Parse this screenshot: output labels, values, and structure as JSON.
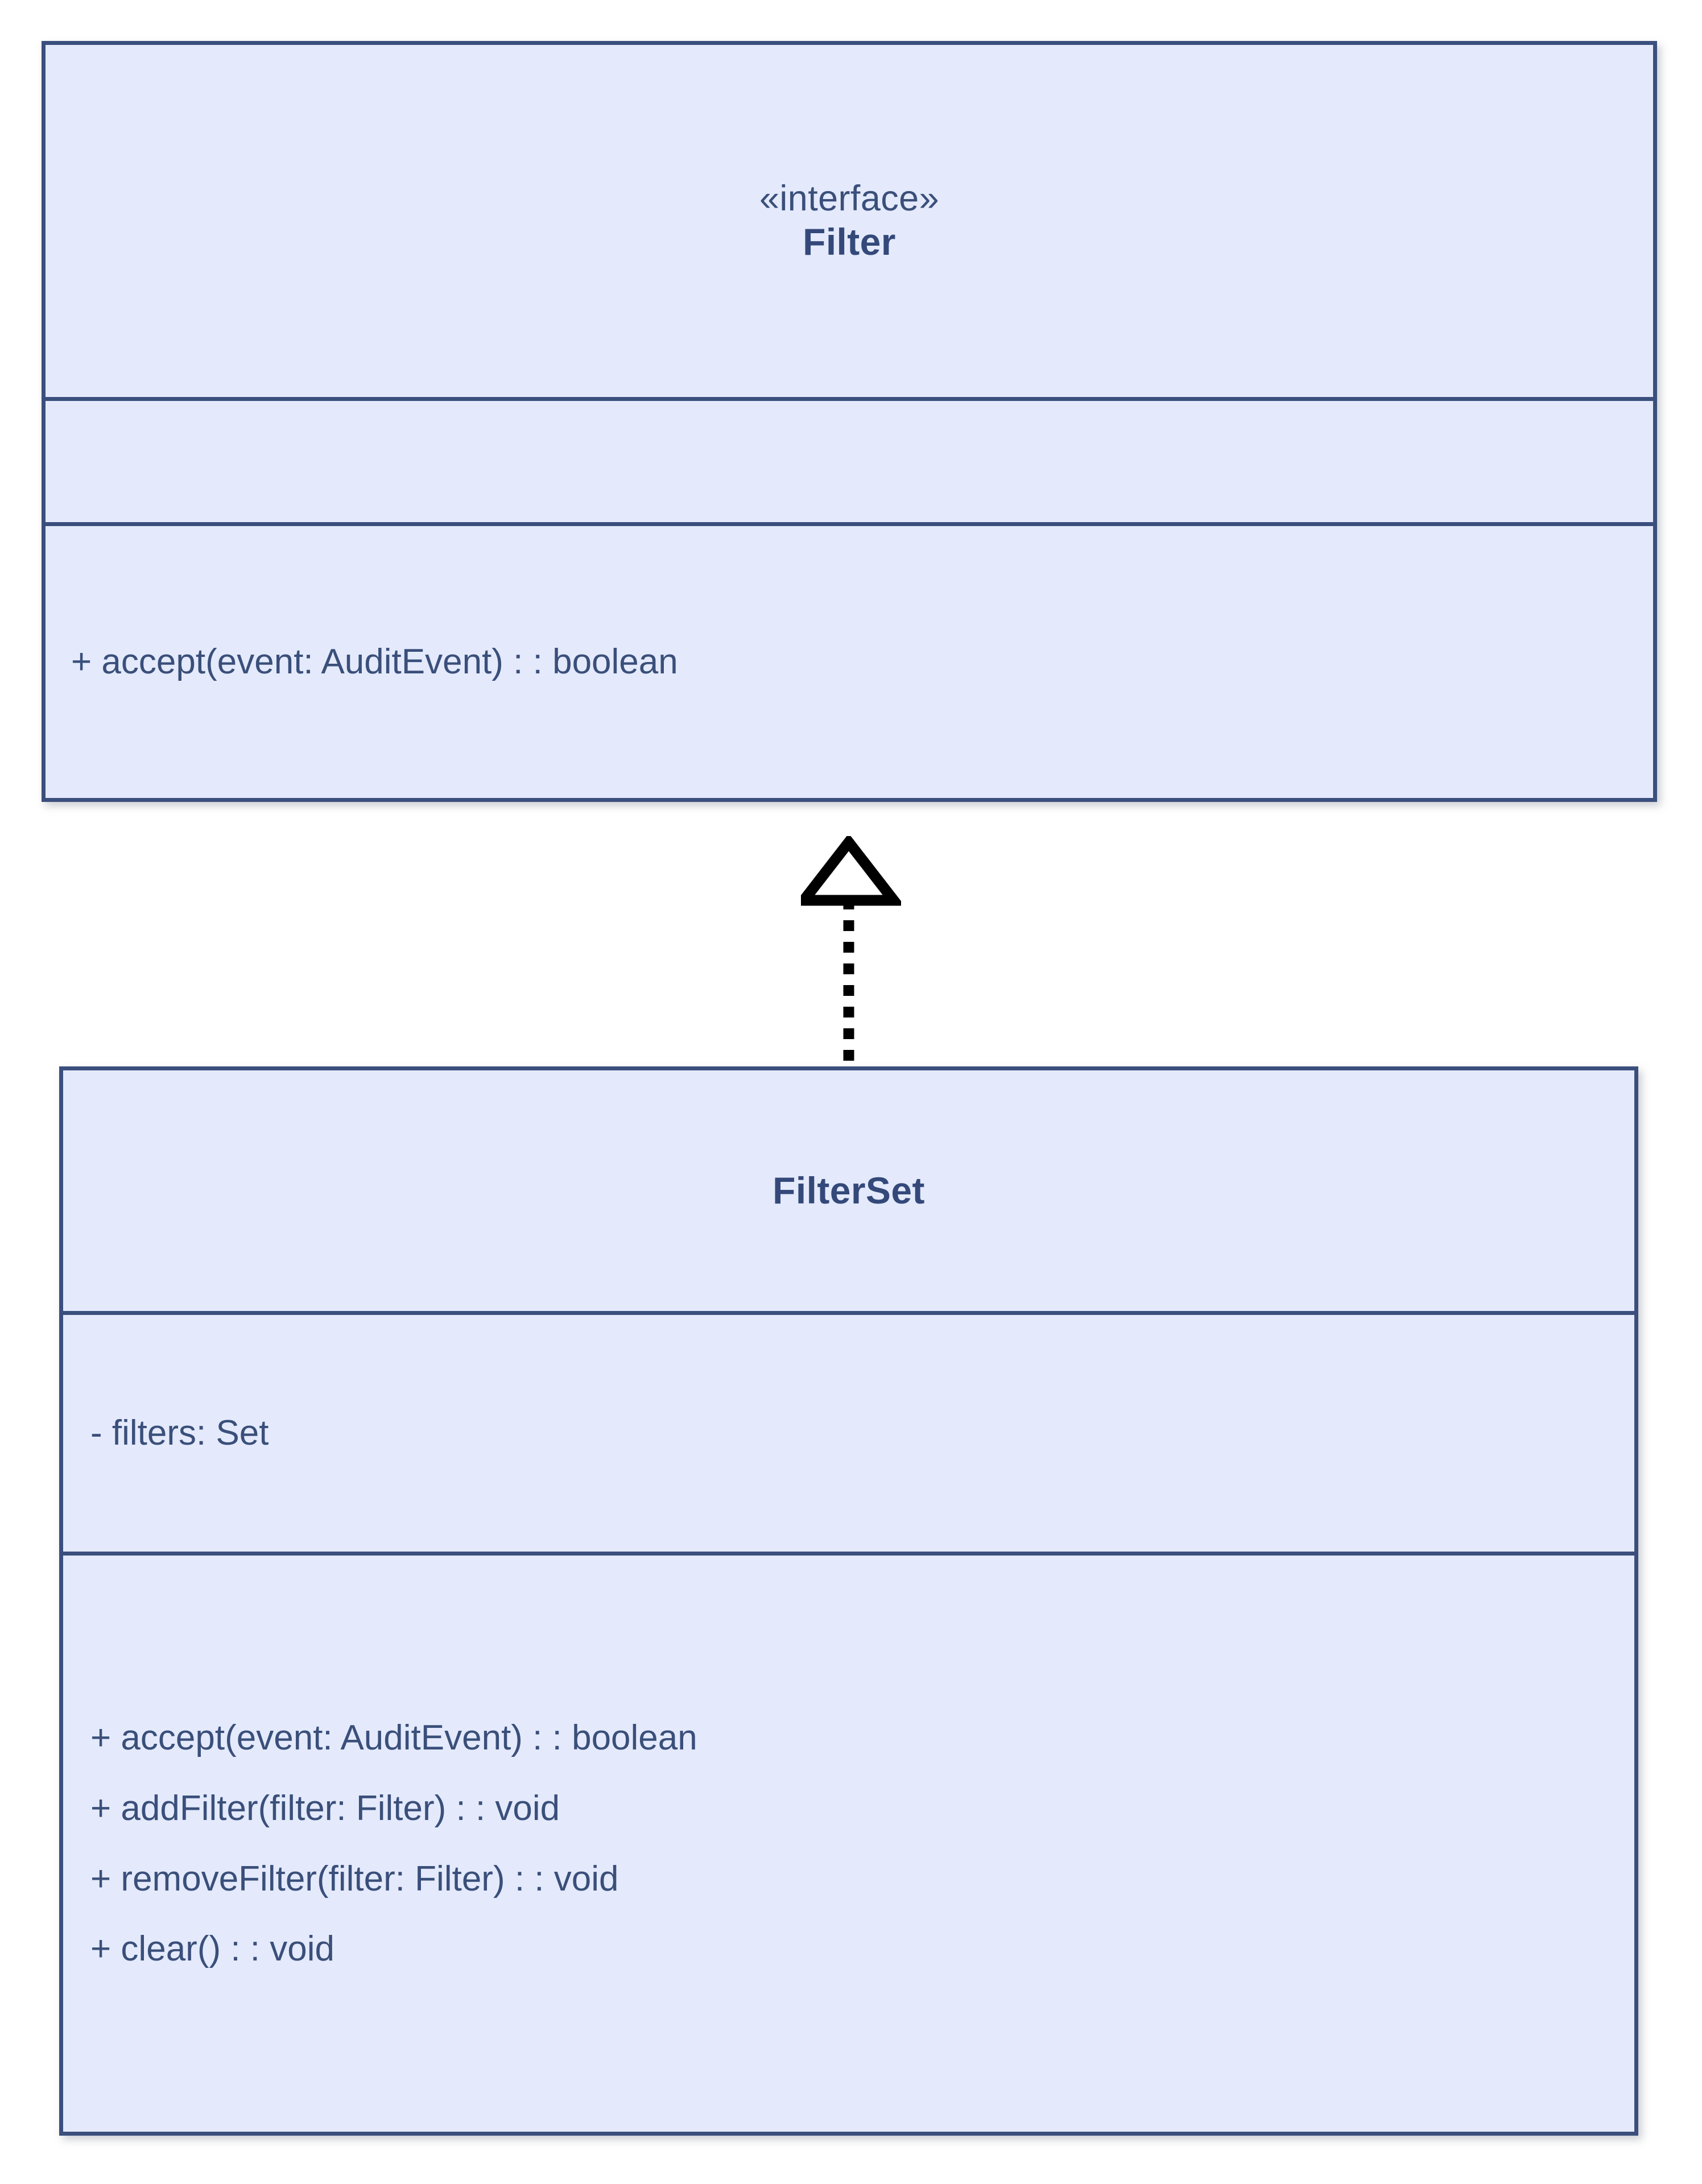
{
  "diagram": {
    "type": "uml-class-diagram",
    "title": "Filter / FilterSet realization",
    "colors": {
      "fill": "#e4eafb",
      "border": "#3b4f7d",
      "text": "#3a4f7a",
      "name_text": "#34497a",
      "connector": "#000000",
      "background": "#ffffff"
    },
    "classes": [
      {
        "id": "filter",
        "stereotype": "«interface»",
        "name": "Filter",
        "attributes": [],
        "operations": [
          "+ accept(event: AuditEvent) : : boolean"
        ]
      },
      {
        "id": "filterset",
        "stereotype": "",
        "name": "FilterSet",
        "attributes": [
          "- filters: Set"
        ],
        "operations": [
          "+ accept(event: AuditEvent) : : boolean",
          "+ addFilter(filter: Filter) : : void",
          "+ removeFilter(filter: Filter) : : void",
          "+ clear() : : void"
        ]
      }
    ],
    "relationships": [
      {
        "id": "filterset-realizes-filter",
        "kind": "realization",
        "source": "FilterSet",
        "target": "Filter",
        "line_style": "dotted",
        "arrowhead": "hollow-triangle",
        "label": ""
      }
    ]
  }
}
